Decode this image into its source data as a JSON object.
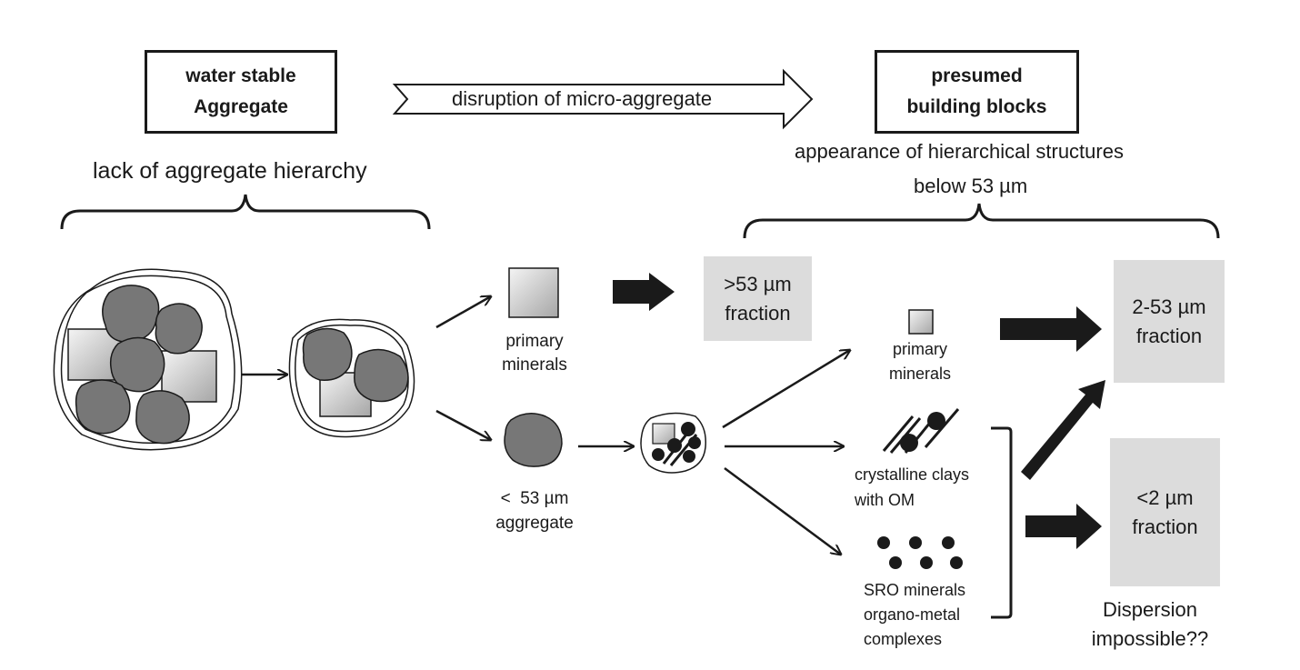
{
  "header": {
    "left_box": {
      "line1": "water stable",
      "line2": "Aggregate"
    },
    "right_box": {
      "line1": "presumed",
      "line2": "building blocks"
    },
    "arrow_label": "disruption of micro-aggregate",
    "left_caption": "lack of aggregate hierarchy",
    "right_caption_line1": "appearance of hierarchical structures",
    "right_caption_line2": "below 53 µm"
  },
  "middle": {
    "primary_minerals": {
      "line1": "primary",
      "line2": "minerals"
    },
    "aggregate": {
      "line1": "<  53 µm",
      "line2": "aggregate"
    }
  },
  "right": {
    "primary_minerals": {
      "line1": "primary",
      "line2": "minerals"
    },
    "clays": {
      "line1": "crystalline clays",
      "line2": "with OM"
    },
    "sro": {
      "line1": "SRO minerals",
      "line2": "organo-metal",
      "line3": "complexes"
    },
    "dispersion": {
      "line1": "Dispersion",
      "line2": "impossible??"
    }
  },
  "fractions": {
    "gt53": {
      "line1": ">53 µm",
      "line2": "fraction"
    },
    "f2_53": {
      "line1": "2-53 µm",
      "line2": "fraction"
    },
    "lt2": {
      "line1": "<2 µm",
      "line2": "fraction"
    }
  },
  "colors": {
    "ink": "#1a1a1a",
    "aggregate_fill": "#777777",
    "fraction_box": "#dcdcdc",
    "mineral_light": "#f2f2f2",
    "mineral_dark": "#a8a8a8"
  }
}
